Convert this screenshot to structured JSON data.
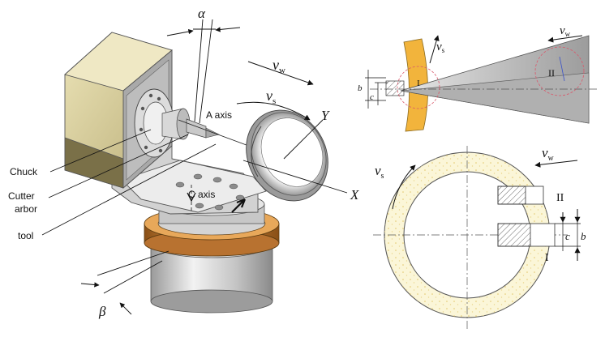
{
  "left_figure": {
    "labels": {
      "chuck": "Chuck",
      "cutter_line1": "Cutter",
      "cutter_line2": "arbor",
      "tool": "tool",
      "a_axis": "A axis",
      "c_axis": "C axis"
    },
    "symbols": {
      "alpha": "α",
      "beta": "β",
      "vw": "v",
      "vw_sub": "w",
      "vs": "v",
      "vs_sub": "s",
      "y_axis": "Y",
      "x_axis": "X"
    },
    "colors": {
      "motor_body": "#d9cf9a",
      "motor_dark": "#7a7048",
      "bracket": "#d4d4d4",
      "copper_ring": "#c9863a",
      "base": "#cfcfcf"
    }
  },
  "top_right_figure": {
    "symbols": {
      "vw": "v",
      "vw_sub": "w",
      "vs": "v",
      "vs_sub": "s",
      "b": "b",
      "c": "c",
      "zone1": "I",
      "zone2": "II"
    },
    "colors": {
      "wheel_edge": "#f2b43c",
      "wedge": "#c8c8c8"
    }
  },
  "bottom_right_figure": {
    "symbols": {
      "vw": "v",
      "vw_sub": "w",
      "vs": "v",
      "vs_sub": "s",
      "c": "c",
      "b": "b",
      "zone1": "I",
      "zone2": "II"
    },
    "colors": {
      "ring_fill": "#fbf6d8",
      "ring_dots": "#e8cf7a"
    }
  }
}
